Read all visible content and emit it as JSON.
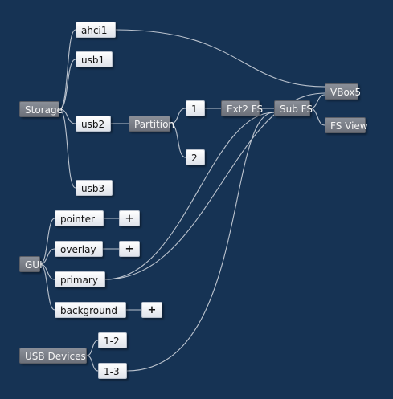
{
  "nodes": {
    "storage": "Storage",
    "ahci1": "ahci1",
    "usb1": "usb1",
    "usb2": "usb2",
    "usb3": "usb3",
    "partition": "Partition",
    "part1": "1",
    "part2": "2",
    "ext2fs": "Ext2 FS",
    "subfs": "Sub FS",
    "vbox5": "VBox5",
    "fsview": "FS View",
    "gui": "GUI",
    "pointer": "pointer",
    "overlay": "overlay",
    "primary": "primary",
    "background": "background",
    "add": "+",
    "usb_devices": "USB Devices",
    "dev12": "1-2",
    "dev13": "1-3"
  }
}
